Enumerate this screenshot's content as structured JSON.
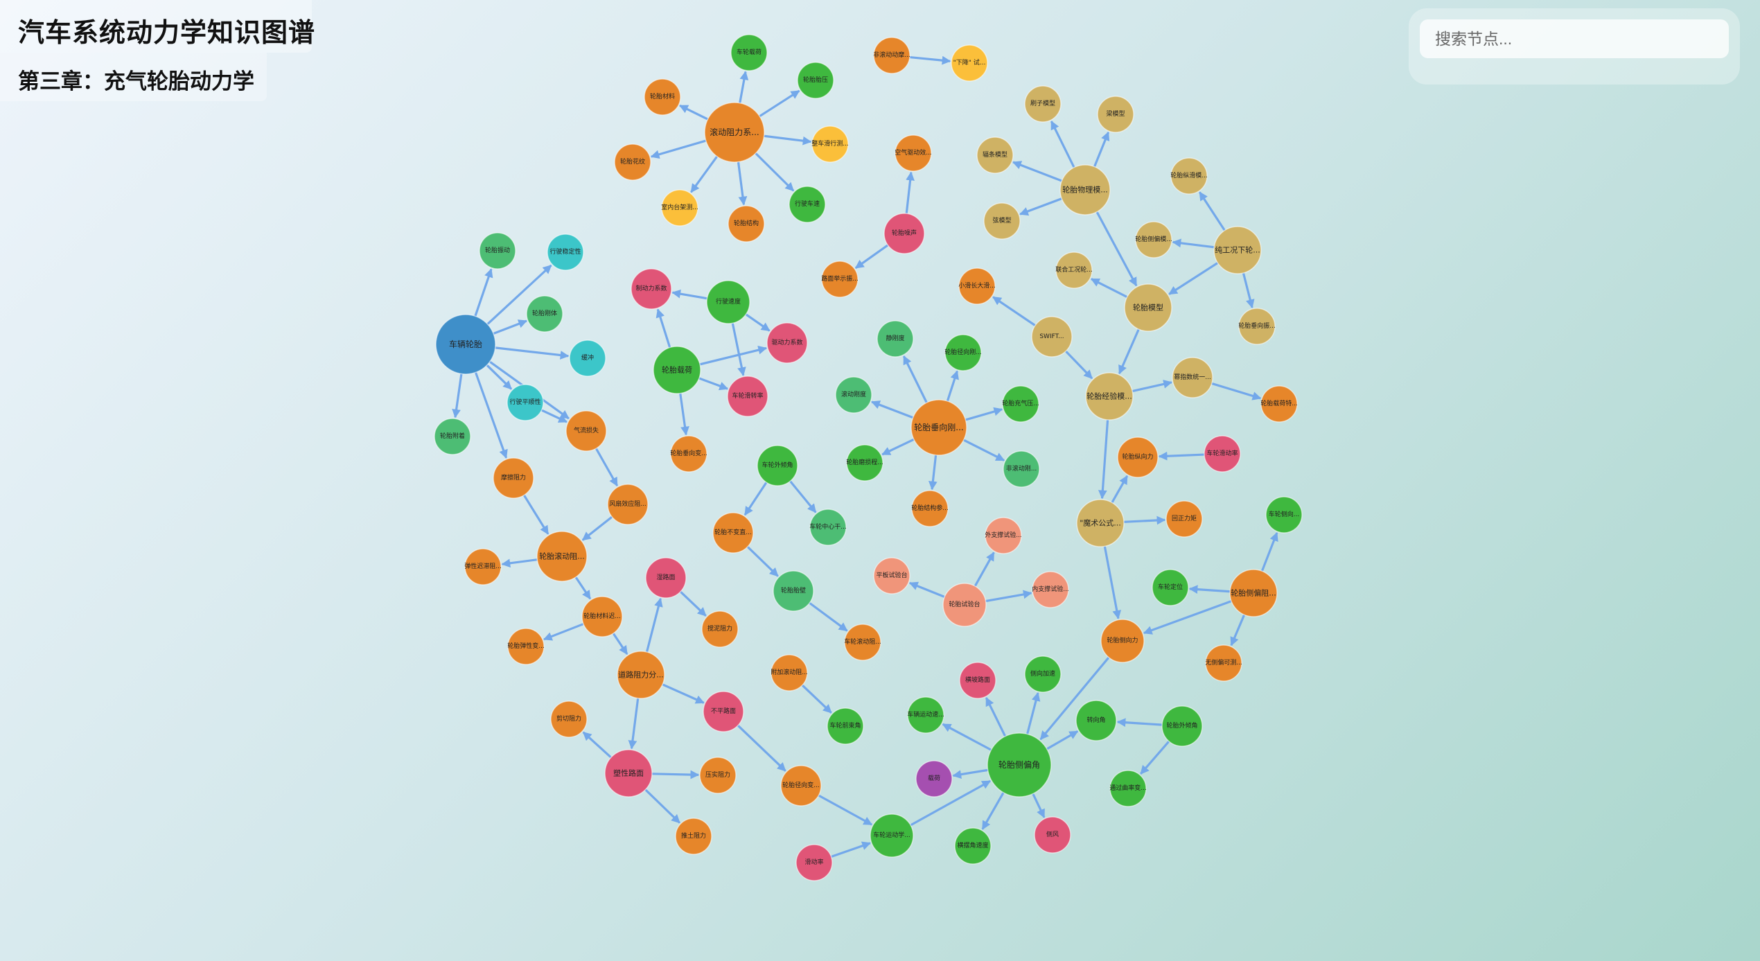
{
  "header": {
    "title": "汽车系统动力学知识图谱",
    "subtitle": "第三章：充气轮胎动力学"
  },
  "search": {
    "placeholder": "搜索节点..."
  },
  "colors": {
    "link": "#73a8ea",
    "blue": "#3f8fc9",
    "cyan": "#3cc6c9",
    "lightgreen": "#4dbd74",
    "green": "#3fb83f",
    "orange": "#e6862a",
    "yellow": "#fbbf3a",
    "pink": "#e05577",
    "tan": "#cfb264",
    "salmon": "#f0957a",
    "purple": "#a54fb0"
  },
  "graph": {
    "nodes": [
      {
        "id": "n1",
        "label": "车辆轮胎",
        "color": "blue"
      },
      {
        "id": "n2",
        "label": "轮胎振动",
        "color": "lightgreen"
      },
      {
        "id": "n3",
        "label": "行驶稳定性",
        "color": "cyan"
      },
      {
        "id": "n4",
        "label": "轮胎刚体",
        "color": "lightgreen"
      },
      {
        "id": "n5",
        "label": "缓冲",
        "color": "cyan"
      },
      {
        "id": "n6",
        "label": "行驶平顺性",
        "color": "cyan"
      },
      {
        "id": "n7",
        "label": "轮胎附着",
        "color": "lightgreen"
      },
      {
        "id": "n8",
        "label": "摩擦阻力",
        "color": "orange"
      },
      {
        "id": "n9",
        "label": "气流损失",
        "color": "orange"
      },
      {
        "id": "n10",
        "label": "风扇效应阻...",
        "color": "orange"
      },
      {
        "id": "n11",
        "label": "轮胎滚动阻...",
        "color": "orange"
      },
      {
        "id": "n12",
        "label": "弹性迟滞阻...",
        "color": "orange"
      },
      {
        "id": "n13",
        "label": "轮胎材料迟...",
        "color": "orange"
      },
      {
        "id": "n14",
        "label": "轮胎弹性变...",
        "color": "orange"
      },
      {
        "id": "n15",
        "label": "道路阻力分...",
        "color": "orange"
      },
      {
        "id": "n16",
        "label": "湿路面",
        "color": "pink"
      },
      {
        "id": "n17",
        "label": "搅泥阻力",
        "color": "orange"
      },
      {
        "id": "n18",
        "label": "塑性路面",
        "color": "pink"
      },
      {
        "id": "n19",
        "label": "剪切阻力",
        "color": "orange"
      },
      {
        "id": "n20",
        "label": "压实阻力",
        "color": "orange"
      },
      {
        "id": "n21",
        "label": "推土阻力",
        "color": "orange"
      },
      {
        "id": "n22",
        "label": "不平路面",
        "color": "pink"
      },
      {
        "id": "n23",
        "label": "滚动阻力系...",
        "color": "orange"
      },
      {
        "id": "n24",
        "label": "车轮载荷",
        "color": "green"
      },
      {
        "id": "n25",
        "label": "轮胎胎压",
        "color": "green"
      },
      {
        "id": "n26",
        "label": "轮胎材料",
        "color": "orange"
      },
      {
        "id": "n27",
        "label": "轮胎花纹",
        "color": "orange"
      },
      {
        "id": "n28",
        "label": "室内台架测...",
        "color": "yellow"
      },
      {
        "id": "n29",
        "label": "轮胎结构",
        "color": "orange"
      },
      {
        "id": "n30",
        "label": "行驶车速",
        "color": "green"
      },
      {
        "id": "n31",
        "label": "整车滑行测...",
        "color": "yellow"
      },
      {
        "id": "n32",
        "label": "非滚动动摩...",
        "color": "orange"
      },
      {
        "id": "n33",
        "label": "\"下降\" 试...",
        "color": "yellow"
      },
      {
        "id": "n34",
        "label": "空气驱动效...",
        "color": "orange"
      },
      {
        "id": "n35",
        "label": "轮胎噪声",
        "color": "pink"
      },
      {
        "id": "n36",
        "label": "路面举示振...",
        "color": "orange"
      },
      {
        "id": "n37",
        "label": "制动力系数",
        "color": "pink"
      },
      {
        "id": "n38",
        "label": "行驶速度",
        "color": "green"
      },
      {
        "id": "n39",
        "label": "驱动力系数",
        "color": "pink"
      },
      {
        "id": "n40",
        "label": "轮胎载荷",
        "color": "green"
      },
      {
        "id": "n41",
        "label": "车轮滑转率",
        "color": "pink"
      },
      {
        "id": "n42",
        "label": "轮胎垂向变...",
        "color": "orange"
      },
      {
        "id": "n43",
        "label": "刷子模型",
        "color": "tan"
      },
      {
        "id": "n44",
        "label": "梁模型",
        "color": "tan"
      },
      {
        "id": "n45",
        "label": "辐条模型",
        "color": "tan"
      },
      {
        "id": "n46",
        "label": "轮胎物理模...",
        "color": "tan"
      },
      {
        "id": "n47",
        "label": "弦模型",
        "color": "tan"
      },
      {
        "id": "n48",
        "label": "轮胎纵滑模...",
        "color": "tan"
      },
      {
        "id": "n49",
        "label": "轮胎侧偏模...",
        "color": "tan"
      },
      {
        "id": "n50",
        "label": "纯工况下轮...",
        "color": "tan"
      },
      {
        "id": "n51",
        "label": "联合工况轮...",
        "color": "tan"
      },
      {
        "id": "n52",
        "label": "轮胎模型",
        "color": "tan"
      },
      {
        "id": "n53",
        "label": "轮胎垂向振...",
        "color": "tan"
      },
      {
        "id": "n54",
        "label": "小滑长大滑...",
        "color": "orange"
      },
      {
        "id": "n55",
        "label": "SWIFT...",
        "color": "tan"
      },
      {
        "id": "n56",
        "label": "轮胎经验模...",
        "color": "tan"
      },
      {
        "id": "n57",
        "label": "幂指数统一...",
        "color": "tan"
      },
      {
        "id": "n58",
        "label": "轮胎载荷特...",
        "color": "orange"
      },
      {
        "id": "n59",
        "label": "静刚度",
        "color": "lightgreen"
      },
      {
        "id": "n60",
        "label": "轮胎径向刚...",
        "color": "green"
      },
      {
        "id": "n61",
        "label": "滚动刚度",
        "color": "lightgreen"
      },
      {
        "id": "n62",
        "label": "轮胎垂向刚...",
        "color": "orange"
      },
      {
        "id": "n63",
        "label": "轮胎充气压...",
        "color": "green"
      },
      {
        "id": "n64",
        "label": "轮胎磨损程...",
        "color": "green"
      },
      {
        "id": "n65",
        "label": "非滚动刚...",
        "color": "lightgreen"
      },
      {
        "id": "n66",
        "label": "轮胎结构参...",
        "color": "orange"
      },
      {
        "id": "n67",
        "label": "车轮外倾角",
        "color": "green"
      },
      {
        "id": "n68",
        "label": "轮胎不变直...",
        "color": "orange"
      },
      {
        "id": "n69",
        "label": "车轮中心干...",
        "color": "lightgreen"
      },
      {
        "id": "n70",
        "label": "轮胎胎壁",
        "color": "lightgreen"
      },
      {
        "id": "n71",
        "label": "车轮滚动阻...",
        "color": "orange"
      },
      {
        "id": "n72",
        "label": "外支撑试验...",
        "color": "salmon"
      },
      {
        "id": "n73",
        "label": "平板试验台",
        "color": "salmon"
      },
      {
        "id": "n74",
        "label": "轮胎试验台",
        "color": "salmon"
      },
      {
        "id": "n75",
        "label": "内支撑试验...",
        "color": "salmon"
      },
      {
        "id": "n76",
        "label": "\"魔术公式...",
        "color": "tan"
      },
      {
        "id": "n77",
        "label": "轮胎纵向力",
        "color": "orange"
      },
      {
        "id": "n78",
        "label": "车轮滑动率",
        "color": "pink"
      },
      {
        "id": "n79",
        "label": "回正力矩",
        "color": "orange"
      },
      {
        "id": "n80",
        "label": "车轮侧向...",
        "color": "green"
      },
      {
        "id": "n81",
        "label": "轮胎侧偏阻...",
        "color": "orange"
      },
      {
        "id": "n82",
        "label": "车轮定位",
        "color": "green"
      },
      {
        "id": "n83",
        "label": "无侧偏可测...",
        "color": "orange"
      },
      {
        "id": "n84",
        "label": "轮胎侧向力",
        "color": "orange"
      },
      {
        "id": "n85",
        "label": "附加滚动阻...",
        "color": "orange"
      },
      {
        "id": "n86",
        "label": "车轮前束角",
        "color": "green"
      },
      {
        "id": "n87",
        "label": "轮胎径向变...",
        "color": "orange"
      },
      {
        "id": "n88",
        "label": "车轮运动学...",
        "color": "green"
      },
      {
        "id": "n89",
        "label": "滑动率",
        "color": "pink"
      },
      {
        "id": "n90",
        "label": "轮胎侧偏角",
        "color": "green"
      },
      {
        "id": "n91",
        "label": "横坡路面",
        "color": "pink"
      },
      {
        "id": "n92",
        "label": "侧向加速",
        "color": "green"
      },
      {
        "id": "n93",
        "label": "车辆运动速...",
        "color": "green"
      },
      {
        "id": "n94",
        "label": "转向角",
        "color": "green"
      },
      {
        "id": "n95",
        "label": "轮胎外倾角",
        "color": "green"
      },
      {
        "id": "n96",
        "label": "载荷",
        "color": "purple"
      },
      {
        "id": "n97",
        "label": "通过曲率变...",
        "color": "green"
      },
      {
        "id": "n98",
        "label": "横摆角速度",
        "color": "green"
      },
      {
        "id": "n99",
        "label": "侧风",
        "color": "pink"
      }
    ],
    "links": [
      [
        "n1",
        "n2"
      ],
      [
        "n1",
        "n3"
      ],
      [
        "n1",
        "n4"
      ],
      [
        "n1",
        "n5"
      ],
      [
        "n1",
        "n6"
      ],
      [
        "n1",
        "n7"
      ],
      [
        "n1",
        "n8"
      ],
      [
        "n1",
        "n9"
      ],
      [
        "n6",
        "n9"
      ],
      [
        "n9",
        "n10"
      ],
      [
        "n8",
        "n11"
      ],
      [
        "n10",
        "n11"
      ],
      [
        "n11",
        "n12"
      ],
      [
        "n11",
        "n13"
      ],
      [
        "n13",
        "n14"
      ],
      [
        "n13",
        "n15"
      ],
      [
        "n15",
        "n16"
      ],
      [
        "n16",
        "n17"
      ],
      [
        "n15",
        "n18"
      ],
      [
        "n15",
        "n22"
      ],
      [
        "n18",
        "n19"
      ],
      [
        "n18",
        "n20"
      ],
      [
        "n18",
        "n21"
      ],
      [
        "n22",
        "n87"
      ],
      [
        "n23",
        "n24"
      ],
      [
        "n23",
        "n25"
      ],
      [
        "n23",
        "n26"
      ],
      [
        "n23",
        "n27"
      ],
      [
        "n23",
        "n28"
      ],
      [
        "n23",
        "n29"
      ],
      [
        "n23",
        "n30"
      ],
      [
        "n23",
        "n31"
      ],
      [
        "n32",
        "n33"
      ],
      [
        "n35",
        "n34"
      ],
      [
        "n35",
        "n36"
      ],
      [
        "n38",
        "n37"
      ],
      [
        "n38",
        "n39"
      ],
      [
        "n38",
        "n41"
      ],
      [
        "n40",
        "n37"
      ],
      [
        "n40",
        "n39"
      ],
      [
        "n40",
        "n41"
      ],
      [
        "n40",
        "n42"
      ],
      [
        "n46",
        "n43"
      ],
      [
        "n46",
        "n44"
      ],
      [
        "n46",
        "n45"
      ],
      [
        "n46",
        "n47"
      ],
      [
        "n46",
        "n52"
      ],
      [
        "n50",
        "n48"
      ],
      [
        "n50",
        "n49"
      ],
      [
        "n50",
        "n53"
      ],
      [
        "n50",
        "n52"
      ],
      [
        "n52",
        "n51"
      ],
      [
        "n52",
        "n56"
      ],
      [
        "n55",
        "n54"
      ],
      [
        "n55",
        "n56"
      ],
      [
        "n56",
        "n57"
      ],
      [
        "n57",
        "n58"
      ],
      [
        "n56",
        "n76"
      ],
      [
        "n62",
        "n59"
      ],
      [
        "n62",
        "n60"
      ],
      [
        "n62",
        "n61"
      ],
      [
        "n62",
        "n63"
      ],
      [
        "n62",
        "n64"
      ],
      [
        "n62",
        "n65"
      ],
      [
        "n62",
        "n66"
      ],
      [
        "n67",
        "n68"
      ],
      [
        "n67",
        "n69"
      ],
      [
        "n68",
        "n70"
      ],
      [
        "n70",
        "n71"
      ],
      [
        "n74",
        "n72"
      ],
      [
        "n74",
        "n73"
      ],
      [
        "n74",
        "n75"
      ],
      [
        "n76",
        "n77"
      ],
      [
        "n78",
        "n77"
      ],
      [
        "n76",
        "n79"
      ],
      [
        "n76",
        "n84"
      ],
      [
        "n81",
        "n80"
      ],
      [
        "n81",
        "n82"
      ],
      [
        "n81",
        "n83"
      ],
      [
        "n81",
        "n84"
      ],
      [
        "n84",
        "n90"
      ],
      [
        "n85",
        "n86"
      ],
      [
        "n87",
        "n88"
      ],
      [
        "n89",
        "n88"
      ],
      [
        "n88",
        "n90"
      ],
      [
        "n90",
        "n91"
      ],
      [
        "n90",
        "n92"
      ],
      [
        "n90",
        "n93"
      ],
      [
        "n90",
        "n94"
      ],
      [
        "n95",
        "n94"
      ],
      [
        "n95",
        "n97"
      ],
      [
        "n90",
        "n96"
      ],
      [
        "n90",
        "n98"
      ],
      [
        "n90",
        "n99"
      ]
    ]
  }
}
